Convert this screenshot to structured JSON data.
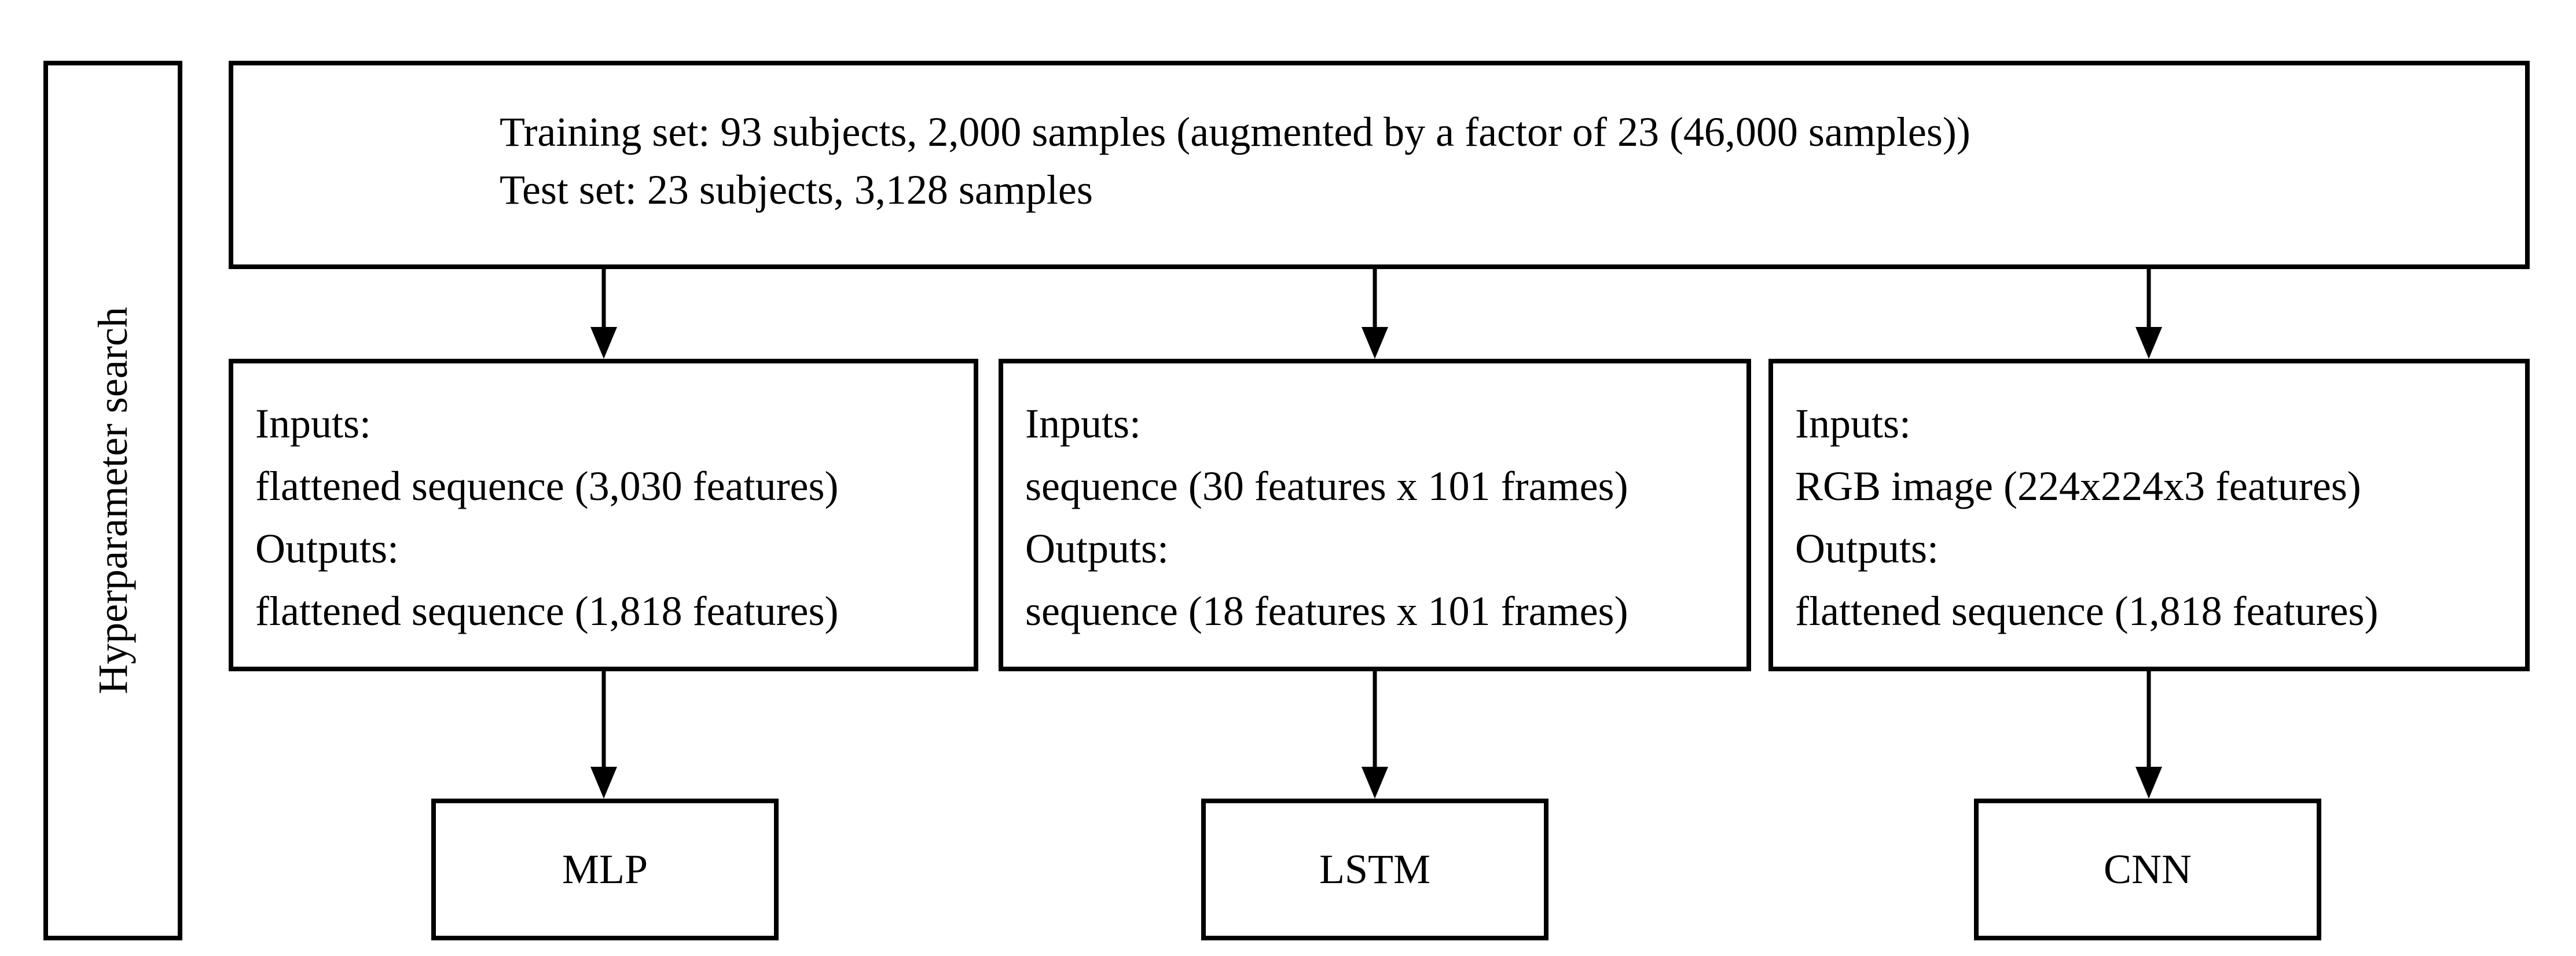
{
  "side_label": "Hyperparameter search",
  "dataset": {
    "training": "Training set: 93 subjects, 2,000 samples (augmented by a factor of 23 (46,000 samples))",
    "test": "Test set: 23 subjects, 3,128 samples"
  },
  "columns": [
    {
      "inputs_label": "Inputs:",
      "inputs": "flattened sequence (3,030 features)",
      "outputs_label": "Outputs:",
      "outputs": "flattened sequence (1,818 features)",
      "model": "MLP"
    },
    {
      "inputs_label": "Inputs:",
      "inputs": "sequence (30 features x 101 frames)",
      "outputs_label": "Outputs:",
      "outputs": "sequence (18 features x 101 frames)",
      "model": "LSTM"
    },
    {
      "inputs_label": "Inputs:",
      "inputs": "RGB image (224x224x3 features)",
      "outputs_label": "Outputs:",
      "outputs": "flattened sequence (1,818 features)",
      "model": "CNN"
    }
  ]
}
